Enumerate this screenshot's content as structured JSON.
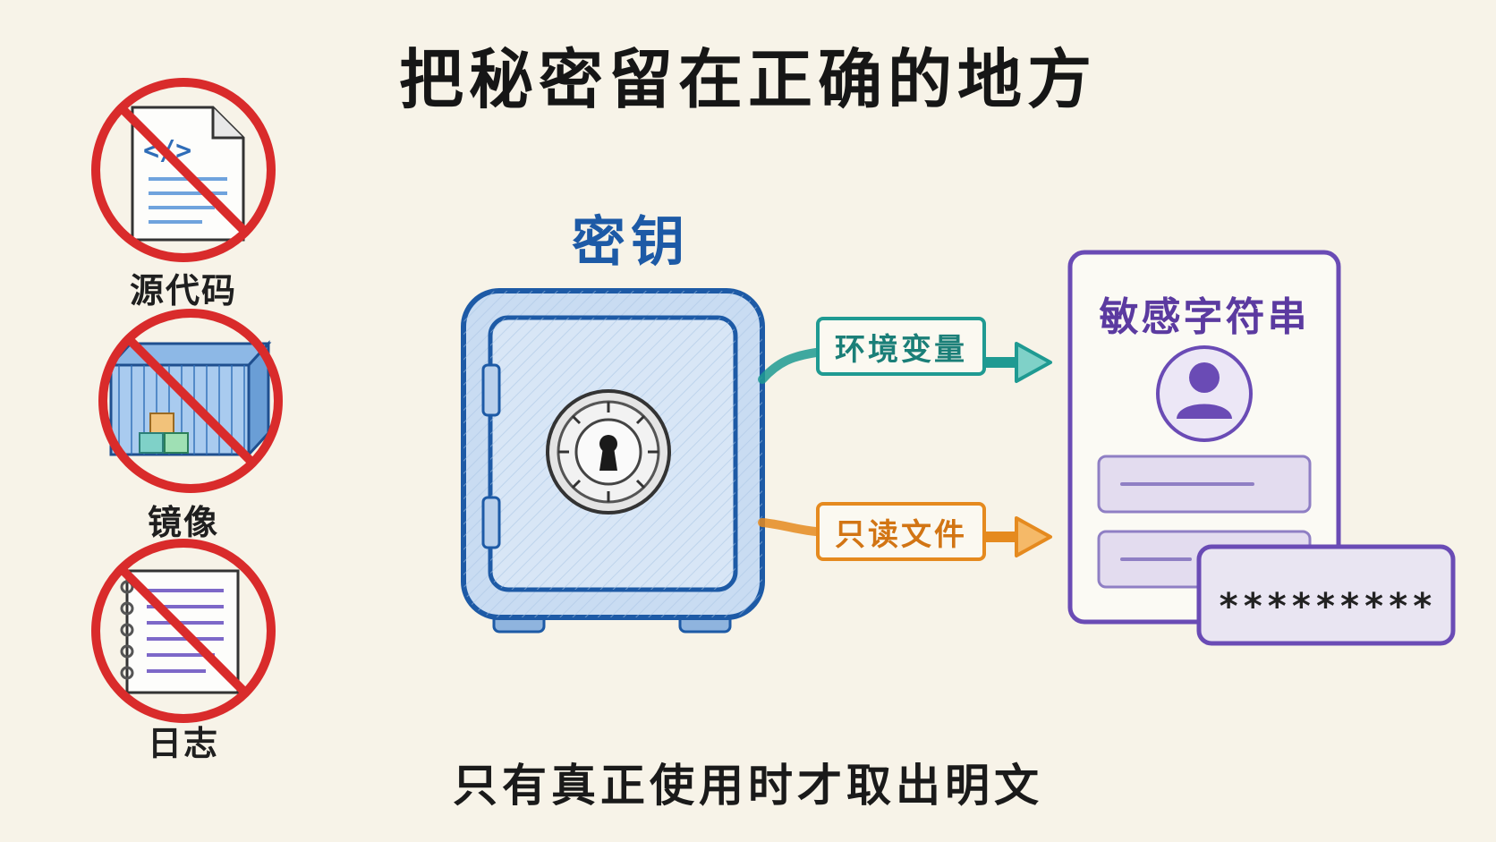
{
  "title": "把秘密留在正确的地方",
  "safe": {
    "label": "密钥"
  },
  "forbidden_places": [
    {
      "label": "源代码",
      "icon": "source-code-file-icon"
    },
    {
      "label": "镜像",
      "icon": "container-image-icon"
    },
    {
      "label": "日志",
      "icon": "log-notebook-icon"
    }
  ],
  "channels": [
    {
      "label": "环境变量",
      "color": "#1f9a92"
    },
    {
      "label": "只读文件",
      "color": "#e58a1f"
    }
  ],
  "card": {
    "title": "敏感字符串",
    "masked_value": "*********",
    "color": "#6a4bb5"
  },
  "footer": "只有真正使用时才取出明文",
  "colors": {
    "background": "#f7f3e8",
    "forbidden_red": "#d92b2b",
    "safe_blue": "#1d5aa6"
  }
}
